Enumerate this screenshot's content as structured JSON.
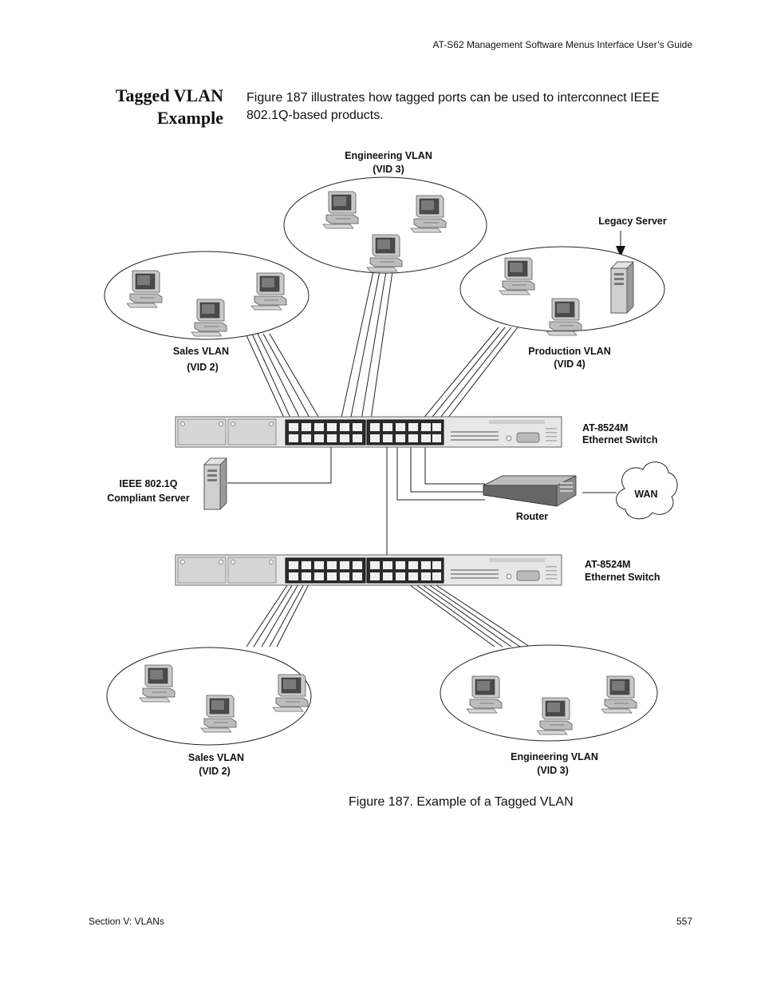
{
  "header": {
    "running_title": "AT-S62 Management Software Menus Interface User’s Guide"
  },
  "section": {
    "title_line1": "Tagged VLAN",
    "title_line2": "Example"
  },
  "intro": {
    "text": "Figure 187 illustrates how tagged ports can be used to interconnect IEEE 802.1Q-based products."
  },
  "diagram": {
    "top_engineering": {
      "line1": "Engineering VLAN",
      "line2": "(VID 3)"
    },
    "legacy_server": "Legacy Server",
    "top_sales": {
      "line1": "Sales VLAN",
      "line2": "(VID 2)"
    },
    "production": {
      "line1": "Production VLAN",
      "line2": "(VID 4)"
    },
    "switch_top": {
      "line1": "AT-8524M",
      "line2": "Ethernet Switch"
    },
    "server": {
      "line1": "IEEE 802.1Q",
      "line2": "Compliant Server"
    },
    "router": "Router",
    "wan": "WAN",
    "switch_bottom": {
      "line1": "AT-8524M",
      "line2": "Ethernet Switch"
    },
    "bottom_sales": {
      "line1": "Sales VLAN",
      "line2": "(VID 2)"
    },
    "bottom_engineering": {
      "line1": "Engineering VLAN",
      "line2": "(VID 3)"
    }
  },
  "caption": "Figure 187. Example of a Tagged VLAN",
  "footer": {
    "section": "Section V: VLANs",
    "page": "557"
  }
}
